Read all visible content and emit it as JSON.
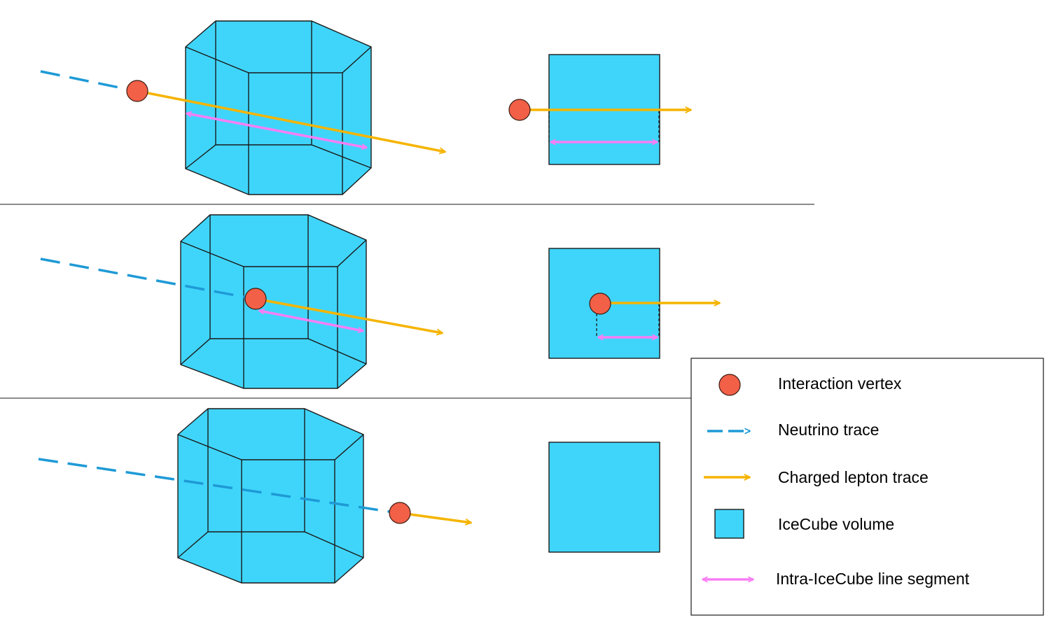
{
  "colors": {
    "icecube": "#3fd5fb",
    "neutrino": "#1e9ad6",
    "lepton": "#f5b400",
    "segment": "#f97ef5",
    "vertex": "#f26048"
  },
  "legend": {
    "vertex_label": "Interaction vertex",
    "neutrino_label": "Neutrino trace",
    "lepton_label": "Charged lepton trace",
    "volume_label": "IceCube volume",
    "segment_label": "Intra-IceCube line segment"
  },
  "icons": [
    "vertex-icon",
    "neutrino-arrow-icon",
    "lepton-arrow-icon",
    "volume-square-icon",
    "segment-double-arrow-icon"
  ]
}
